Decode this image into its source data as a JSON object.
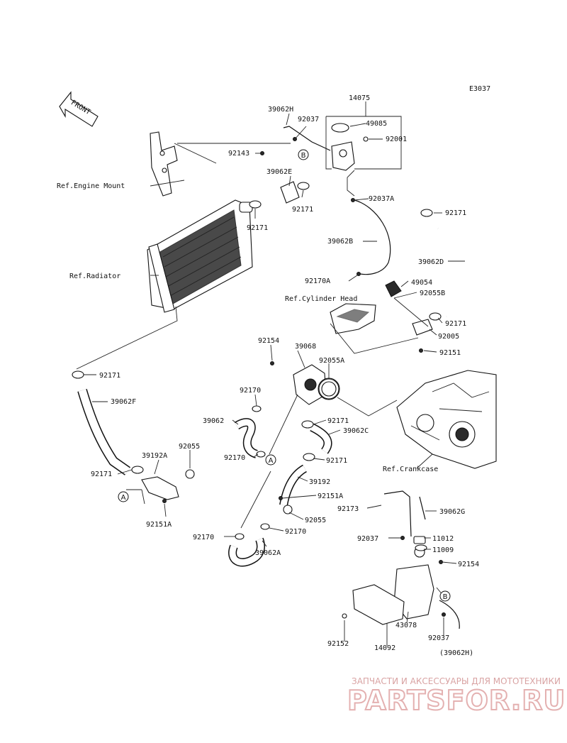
{
  "diagram_code": "E3037",
  "front_label": "FRONT",
  "callouts": [
    "A",
    "B"
  ],
  "refs": {
    "engine_mount": "Ref.Engine Mount",
    "radiator": "Ref.Radiator",
    "cylinder_head": "Ref.Cylinder Head",
    "crankcase": "Ref.Crankcase"
  },
  "parts": {
    "p14075": "14075",
    "p39062H": "39062H",
    "p92037": "92037",
    "p49085": "49085",
    "p92001": "92001",
    "p92143": "92143",
    "p39062E": "39062E",
    "p92171_a": "92171",
    "p92171_b": "92171",
    "p92037A": "92037A",
    "p92171_c": "92171",
    "p39062B": "39062B",
    "p39062D": "39062D",
    "p92170A": "92170A",
    "p49054": "49054",
    "p92055B": "92055B",
    "p92171_d": "92171",
    "p92005": "92005",
    "p92151": "92151",
    "p92154_a": "92154",
    "p39068": "39068",
    "p92055A": "92055A",
    "p92171_e": "92171",
    "p39062F": "39062F",
    "p92170_a": "92170",
    "p39062": "39062",
    "p92171_f": "92171",
    "p39062C": "39062C",
    "p92055_a": "92055",
    "p39192A": "39192A",
    "p92170_b": "92170",
    "p92171_g": "92171",
    "p92171_h": "92171",
    "p39192": "39192",
    "p92151A_a": "92151A",
    "p92151A_b": "92151A",
    "p92173": "92173",
    "p39062G": "39062G",
    "p92055_b": "92055",
    "p92170_c": "92170",
    "p92170_d": "92170",
    "p92037_b": "92037",
    "p11012": "11012",
    "p11009": "11009",
    "p39062A": "39062A",
    "p92154_b": "92154",
    "p43078": "43078",
    "p92037_c": "92037",
    "p39062H_ref": "(39062H)",
    "p92152": "92152",
    "p14092": "14092"
  },
  "watermark": {
    "top": "ЗАПЧАСТИ И АКСЕССУАРЫ ДЛЯ МОТОТЕХНИКИ",
    "brand": "PARTSFOR.RU"
  }
}
